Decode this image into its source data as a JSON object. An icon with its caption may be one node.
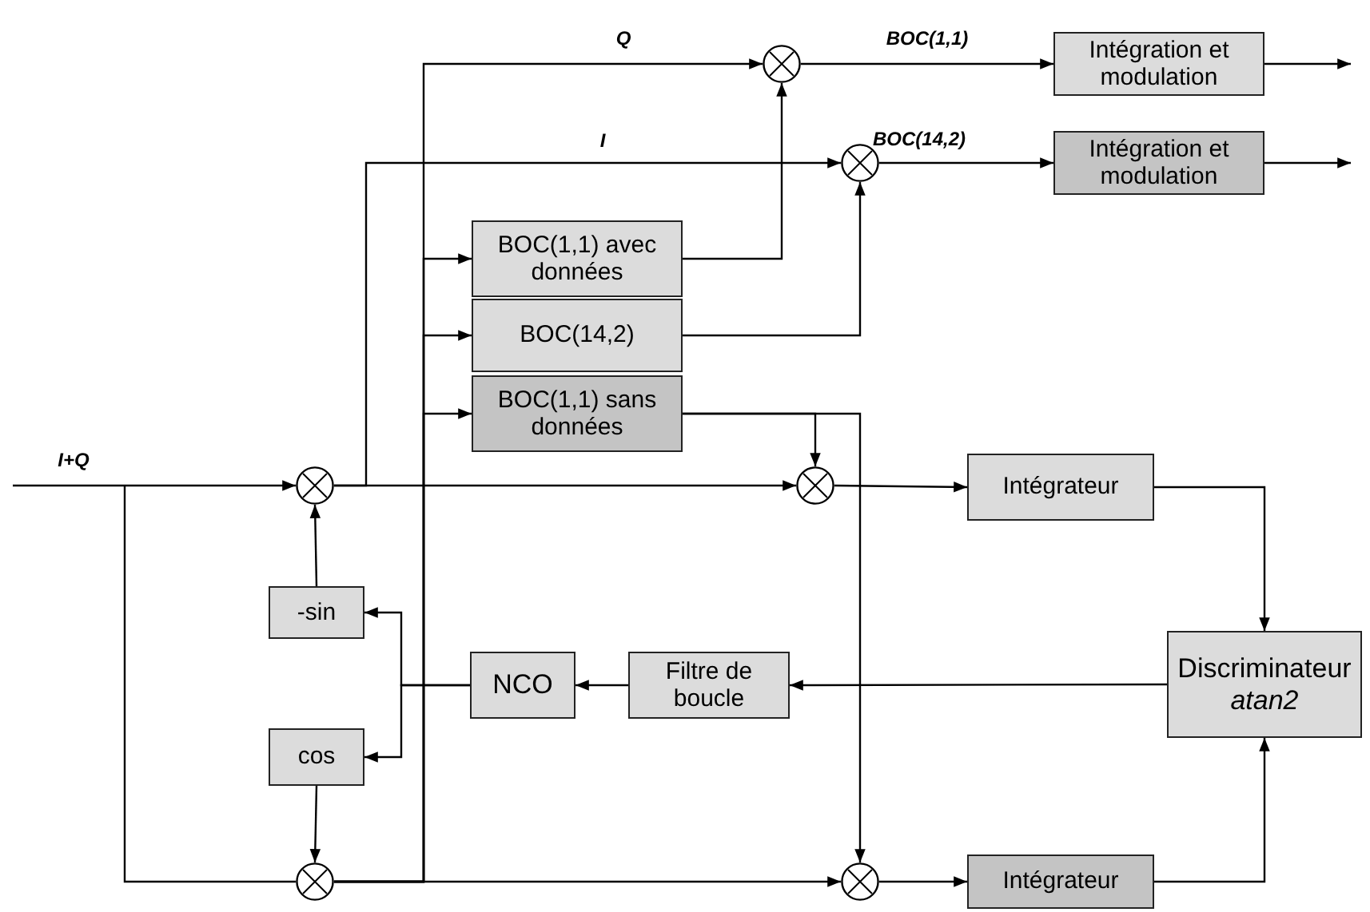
{
  "diagram": {
    "nodes": [
      {
        "text": [],
        "shape": "circle"
      },
      {
        "text": [
          "-sin"
        ]
      },
      {
        "text": [
          "cos"
        ]
      },
      {
        "text": [],
        "shape": "circle"
      },
      {
        "text": [
          "BOC(1,1) avec données"
        ]
      },
      {
        "text": [
          "BOC(14,2)"
        ]
      },
      {
        "text": [
          "BOC(1,1) sans données"
        ]
      },
      {
        "text": [],
        "shape": "circle"
      },
      {
        "text": [],
        "shape": "circle"
      },
      {
        "text": [
          "Intégration et modulation"
        ]
      },
      {
        "text": [
          "Intégration et modulation"
        ]
      },
      {
        "text": [],
        "shape": "circle"
      },
      {
        "text": [
          "Intégrateur"
        ]
      },
      {
        "text": [
          "NCO"
        ]
      },
      {
        "text": [
          "Filtre de boucle"
        ]
      },
      {
        "text": [
          "Discriminateur *atan2*"
        ]
      },
      {
        "text": [],
        "shape": "circle"
      },
      {
        "text": [
          "Intégrateur"
        ]
      }
    ],
    "edges": [
      {
        "from": null,
        "to": 0,
        "arrow": "to",
        "label": "I+Q"
      },
      {
        "from": null,
        "to": 3,
        "arrow": "none"
      },
      {
        "from": 0,
        "to": 11,
        "arrow": "to"
      },
      {
        "from": 0,
        "to": 8,
        "arrow": "to",
        "label": "I"
      },
      {
        "from": 3,
        "to": 7,
        "arrow": "to",
        "label": "Q"
      },
      {
        "from": 3,
        "to": 4,
        "arrow": "to"
      },
      {
        "from": 3,
        "to": 5,
        "arrow": "to"
      },
      {
        "from": 3,
        "to": 6,
        "arrow": "to"
      },
      {
        "from": 3,
        "to": 16,
        "arrow": "to"
      },
      {
        "from": 1,
        "to": 0,
        "arrow": "to"
      },
      {
        "from": 2,
        "to": 3,
        "arrow": "to"
      },
      {
        "from": 13,
        "to": 1,
        "arrow": "to"
      },
      {
        "from": 13,
        "to": 2,
        "arrow": "to"
      },
      {
        "from": 14,
        "to": 13,
        "arrow": "to"
      },
      {
        "from": 15,
        "to": 14,
        "arrow": "to"
      },
      {
        "from": 4,
        "to": 7,
        "arrow": "to"
      },
      {
        "from": 5,
        "to": 8,
        "arrow": "to"
      },
      {
        "from": 6,
        "to": 11,
        "arrow": "to"
      },
      {
        "from": 6,
        "to": 16,
        "arrow": "to"
      },
      {
        "from": 7,
        "to": 9,
        "arrow": "to",
        "label": "BOC(1,1)"
      },
      {
        "from": 8,
        "to": 10,
        "arrow": "to",
        "label": "BOC(14,2)"
      },
      {
        "from": 9,
        "to": null,
        "arrow": "to"
      },
      {
        "from": 10,
        "to": null,
        "arrow": "to"
      },
      {
        "from": 11,
        "to": 12,
        "arrow": "to"
      },
      {
        "from": 12,
        "to": 15,
        "arrow": "to"
      },
      {
        "from": 17,
        "to": 15,
        "arrow": "to"
      },
      {
        "from": 16,
        "to": 17,
        "arrow": "to"
      }
    ]
  }
}
